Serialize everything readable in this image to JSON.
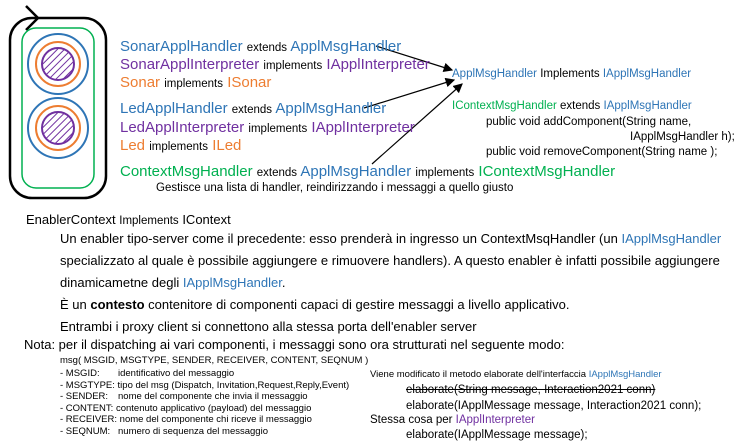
{
  "diagram": {
    "sonar_group": [
      {
        "name": "SonarApplHandler",
        "rel": "extends",
        "parent": "ApplMsgHandler"
      },
      {
        "name": "SonarApplInterpreter",
        "rel": "implements",
        "parent": "IApplInterpreter"
      },
      {
        "name": "Sonar",
        "rel": "implements",
        "parent": "ISonar"
      }
    ],
    "led_group": [
      {
        "name": "LedApplHandler",
        "rel": "extends",
        "parent": "ApplMsgHandler"
      },
      {
        "name": "LedApplInterpreter",
        "rel": "implements",
        "parent": "IApplInterpreter"
      },
      {
        "name": "Led",
        "rel": "implements",
        "parent": "ILed"
      }
    ],
    "context_handler": {
      "name": "ContextMsgHandler",
      "rel1": "extends",
      "parent": "ApplMsgHandler",
      "rel2": "implements",
      "iface": "IContextMsgHandler",
      "desc": "Gestisce una lista di handler, reindirizzando i messaggi a quello giusto"
    },
    "appl_msg_handler": {
      "name": "ApplMsgHandler",
      "rel": "Implements",
      "iface": "IApplMsgHandler"
    },
    "icontext_msg_handler": {
      "name": "IContextMsgHandler",
      "rel": "extends",
      "parent": "IApplMsgHandler",
      "m1": "public void addComponent(String name,",
      "m1b": "IApplMsgHandler h);",
      "m2": "public void removeComponent(String name );"
    },
    "enabler_context": {
      "name": "EnablerContext",
      "rel": "Implements",
      "iface": "IContext"
    }
  },
  "description": {
    "l1a": "Un enabler tipo-server come il precedente: esso prenderà in ingresso un ContextMsqHandler (un ",
    "l1b": "IApplMsgHandler",
    "l2": "specializzato al quale è possibile aggiungere e rimuovere handlers). A questo enabler è infatti possibile aggiungere",
    "l3a": "dinamicametne degli ",
    "l3b": "IApplMsgHandler",
    "l3c": ".",
    "l4a": "È un ",
    "l4b": "contesto",
    "l4c": " contenitore di componenti capaci di gestire messaggi a livello applicativo.",
    "l5": "Entrambi i proxy client si connettono alla stessa porta dell'enabler server"
  },
  "nota": {
    "title": "Nota: per il dispatching ai vari componenti, i messaggi sono ora strutturati nel seguente modo:",
    "format": "msg( MSGID, MSGTYPE, SENDER, RECEIVER, CONTENT, SEQNUM )",
    "fields": [
      {
        "key": "- MSGID:",
        "desc": "identificativo del messaggio"
      },
      {
        "key": "- MSGTYPE:",
        "desc": "tipo del msg (Dispatch, Invitation,Request,Reply,Event)"
      },
      {
        "key": "- SENDER:",
        "desc": "nome del componente che invia il messaggio"
      },
      {
        "key": "- CONTENT:",
        "desc": "contenuto applicativo (payload) del messaggio"
      },
      {
        "key": "- RECEIVER:",
        "desc": "nome del componente chi riceve il messaggio"
      },
      {
        "key": "- SEQNUM:",
        "desc": "numero di sequenza del messaggio"
      }
    ],
    "right_1a": "Viene modificato il metodo elaborate dell'interfaccia ",
    "right_1b": "IApplMsgHandler",
    "right_old": "elaborate(String message, Interaction2021 conn)",
    "right_new": "elaborate(IApplMessage message, Interaction2021 conn);",
    "right_2a": "Stessa cosa per ",
    "right_2b": "IApplInterpreter",
    "right_new2": "elaborate(IApplMessage message);"
  },
  "colors": {
    "blue": "#2e75b6",
    "purple": "#7030a0",
    "orange": "#ed7d31",
    "green": "#00b050"
  }
}
